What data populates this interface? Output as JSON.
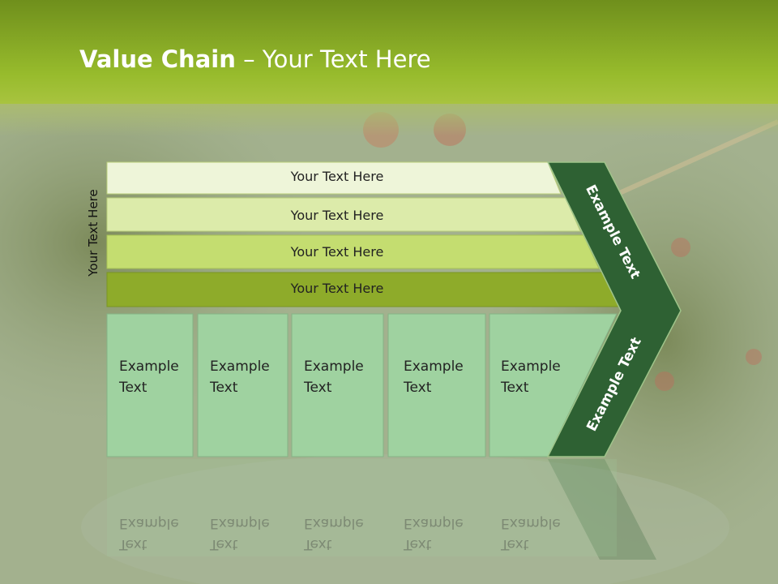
{
  "title": {
    "bold": "Value Chain",
    "rest": " – Your Text Here"
  },
  "side_label": "Your Text Here",
  "bars": [
    {
      "label": "Your Text Here",
      "color": "#eef5d9"
    },
    {
      "label": "Your Text Here",
      "color": "#dcebaa"
    },
    {
      "label": "Your Text Here",
      "color": "#c4dd70"
    },
    {
      "label": "Your Text Here",
      "color": "#8eab2a"
    }
  ],
  "boxes": [
    {
      "line1": "Example",
      "line2": "Text"
    },
    {
      "line1": "Example",
      "line2": "Text"
    },
    {
      "line1": "Example",
      "line2": "Text"
    },
    {
      "line1": "Example",
      "line2": "Text"
    },
    {
      "line1": "Example",
      "line2": "Text"
    }
  ],
  "chevron": {
    "upper": "Example Text",
    "lower": "Example Text",
    "color": "#2e6133"
  },
  "colors": {
    "header": "#8db228",
    "box": "#9fd2a0"
  }
}
